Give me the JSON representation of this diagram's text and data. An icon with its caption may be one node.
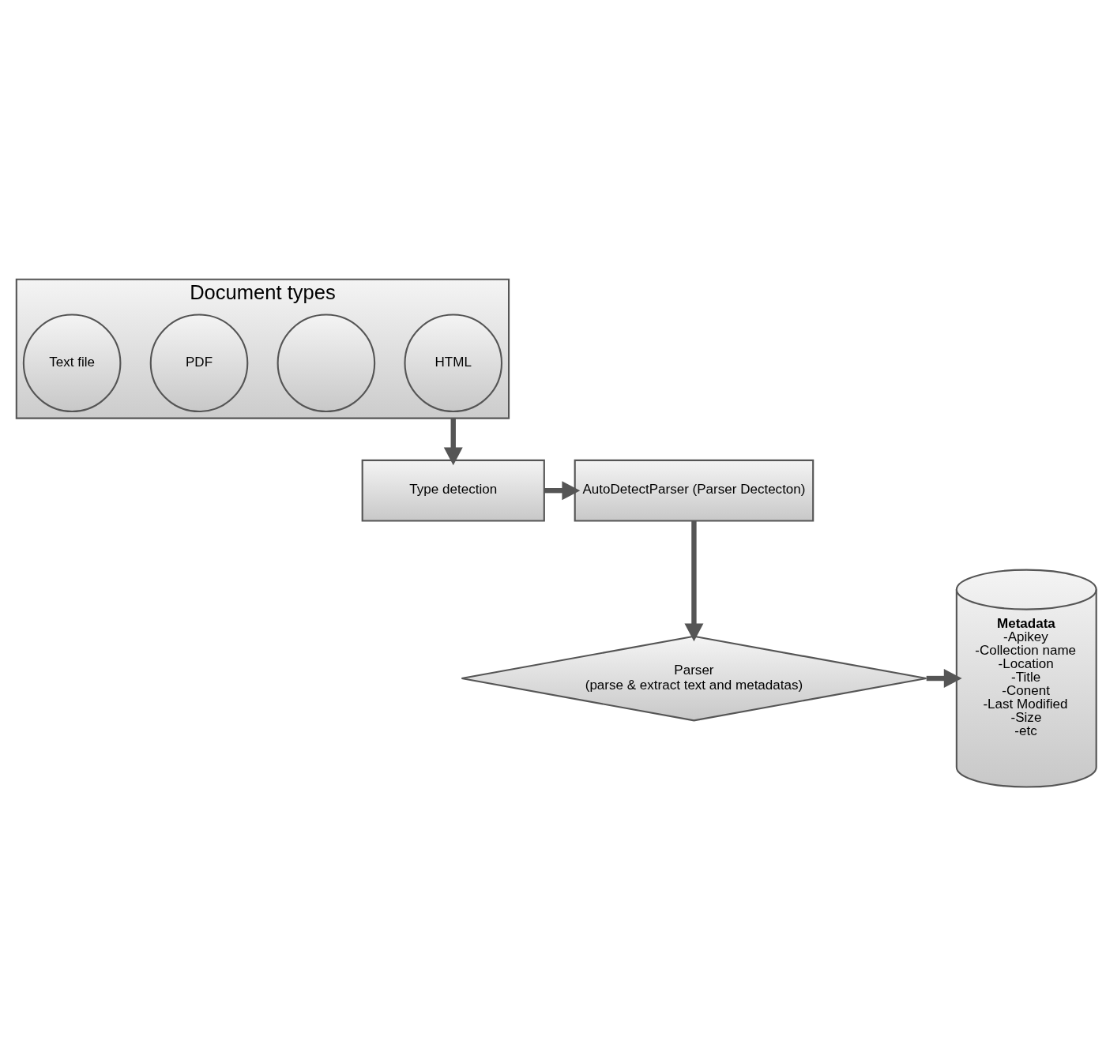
{
  "diagram": {
    "nodes": [
      {
        "text": [
          "Document types"
        ]
      },
      {
        "text": [
          "HTML"
        ],
        "in": 0
      },
      {
        "text": [],
        "shape": "circle",
        "in": 0
      },
      {
        "text": [
          "PDF"
        ],
        "in": 0
      },
      {
        "text": [
          "Text file"
        ],
        "in": 0
      },
      {
        "text": [
          "Type detection"
        ]
      },
      {
        "text": [
          "AutoDetectParser (Parser Dectecton)"
        ]
      },
      {
        "text": [
          "Parser (parse & extract text and metadatas)"
        ]
      },
      {
        "text": [
          "Metadata",
          "-Apikey",
          "-Collection name",
          "-Location",
          "-Title",
          "-Conent",
          "-Last Modified",
          "-Size",
          "-etc"
        ]
      }
    ],
    "edges": [
      {
        "from": 0,
        "to": 5,
        "arrow": "to"
      },
      {
        "from": 5,
        "to": 6,
        "arrow": "to"
      },
      {
        "from": 6,
        "to": 7,
        "arrow": "to"
      },
      {
        "from": 7,
        "to": 8,
        "arrow": "to"
      }
    ]
  }
}
